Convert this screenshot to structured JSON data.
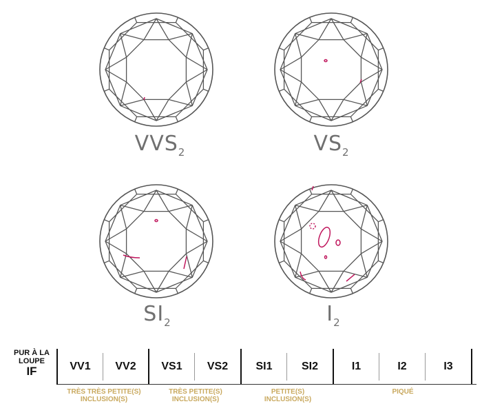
{
  "diamonds": [
    {
      "grade_main": "VVS",
      "grade_sub": "2"
    },
    {
      "grade_main": "VS",
      "grade_sub": "2"
    },
    {
      "grade_main": "SI",
      "grade_sub": "2"
    },
    {
      "grade_main": "I",
      "grade_sub": "2"
    }
  ],
  "scale": {
    "first": {
      "line1": "PUR À LA",
      "line2": "LOUPE",
      "line3": "IF"
    },
    "cells": [
      "VV1",
      "VV2",
      "VS1",
      "VS2",
      "SI1",
      "SI2",
      "I1",
      "I2",
      "I3"
    ]
  },
  "groups": [
    {
      "line1": "TRÈS TRÈS PETITE(S)",
      "line2": "INCLUSION(S)"
    },
    {
      "line1": "TRÈS PETITE(S)",
      "line2": "INCLUSION(S)"
    },
    {
      "line1": "PETITE(S)",
      "line2": "INCLUSION(S)"
    },
    {
      "line1": "PIQUÉ",
      "line2": ""
    }
  ],
  "colors": {
    "outline": "#555555",
    "inclusion": "#c0175d",
    "label": "#707070",
    "group_text": "#c9a95f"
  }
}
